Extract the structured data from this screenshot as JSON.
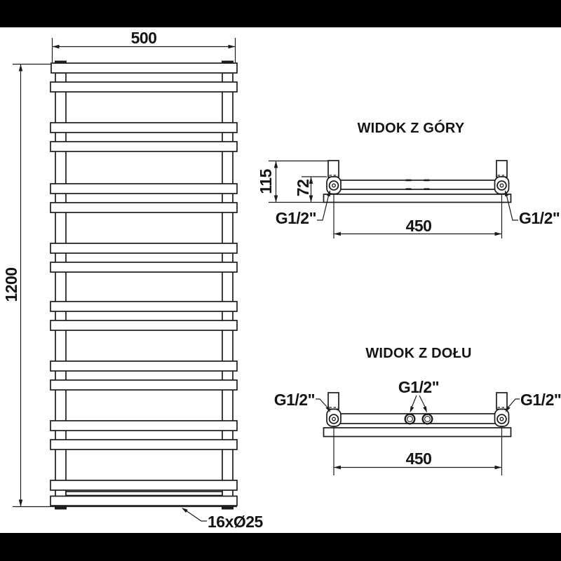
{
  "drawing": {
    "type": "technical-drawing",
    "subject": "towel radiator dimensional drawing",
    "front_view": {
      "width_label": "500",
      "height_label": "1200",
      "tube_label": "16xØ25",
      "tube_count": 16,
      "tube_diameter_mm": 25,
      "width_mm": 500,
      "height_mm": 1200
    },
    "top_view": {
      "title": "WIDOK Z GÓRY",
      "depth_label": "115",
      "axis_offset_label": "72",
      "conn_spacing_label": "450",
      "left_conn_label": "G1/2\"",
      "right_conn_label": "G1/2\"",
      "depth_mm": 115,
      "axis_offset_mm": 72,
      "conn_spacing_mm": 450
    },
    "bottom_view": {
      "title": "WIDOK Z DOŁU",
      "center_conn_label": "G1/2\"",
      "left_conn_label": "G1/2\"",
      "right_conn_label": "G1/2\"",
      "conn_spacing_label": "450",
      "conn_spacing_mm": 450
    },
    "colors": {
      "background": "#ffffff",
      "line": "#1c1c1c",
      "band": "#000000"
    }
  }
}
